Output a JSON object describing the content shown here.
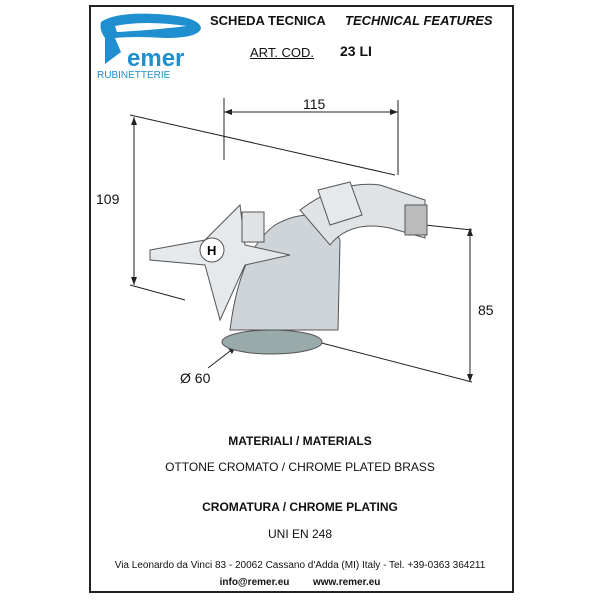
{
  "brand": {
    "name": "Remer",
    "subtitle": "RUBINETTERIE",
    "color": "#1f8fd0"
  },
  "header": {
    "title_it": "SCHEDA TECNICA",
    "title_en": "TECHNICAL FEATURES",
    "art_label": "ART. COD.",
    "art_code": "23 LI"
  },
  "dimensions": {
    "width": "115",
    "height": "109",
    "spout_height": "85",
    "diameter": "Ø 60"
  },
  "materials": {
    "heading": "MATERIALI / MATERIALS",
    "value": "OTTONE CROMATO / CHROME PLATED BRASS"
  },
  "plating": {
    "heading": "CROMATURA / CHROME PLATING",
    "value": "UNI EN 248"
  },
  "footer": {
    "address": "Via Leonardo da Vinci 83 - 20062 Cassano d'Adda (MI) Italy - Tel. +39-0363 364211",
    "email": "info@remer.eu",
    "website": "www.remer.eu"
  }
}
